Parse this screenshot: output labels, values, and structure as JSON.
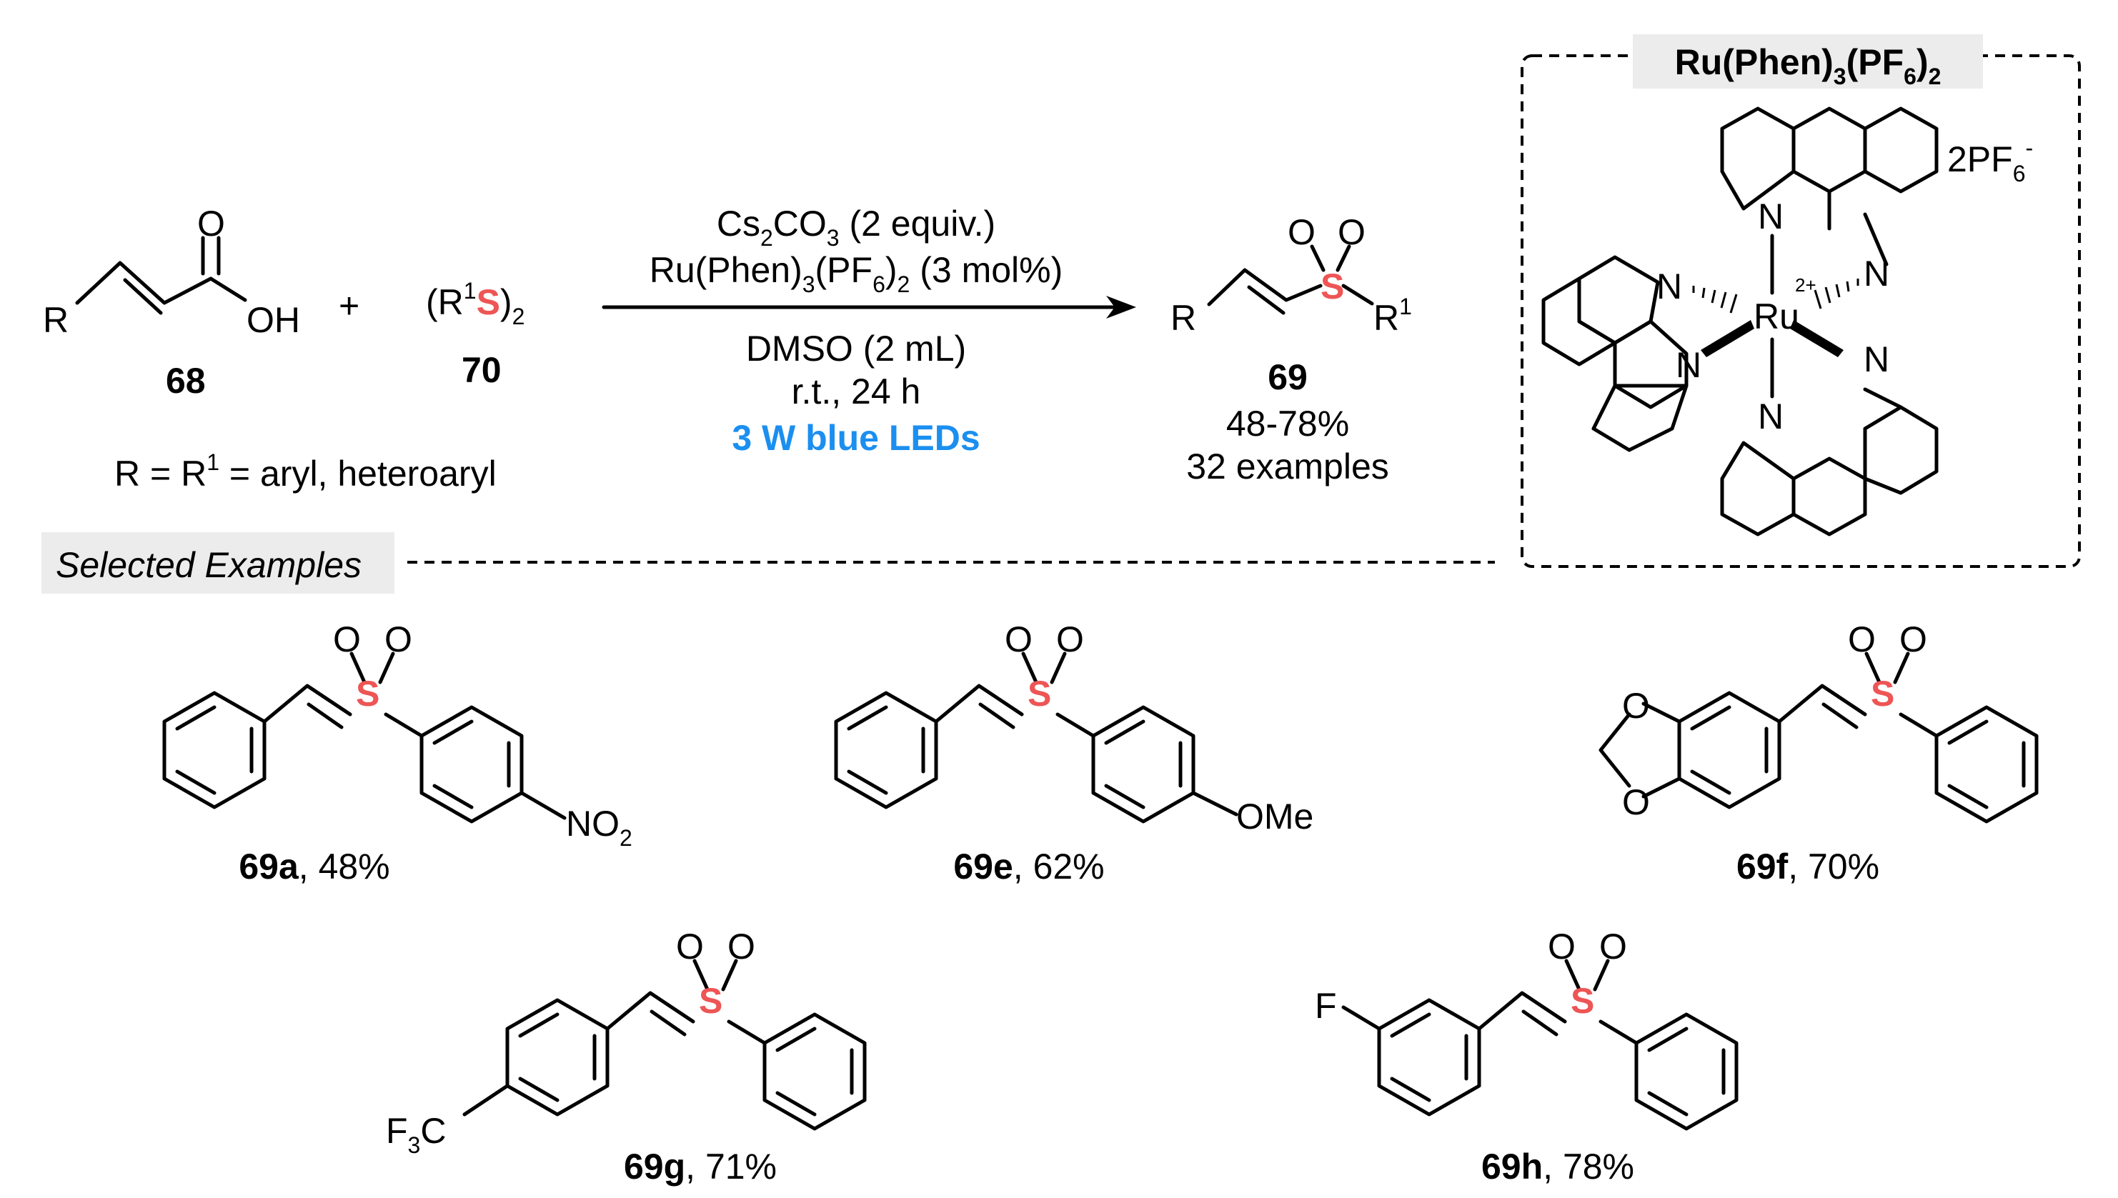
{
  "scheme": {
    "reactant_acid": {
      "number": "68",
      "R": "R",
      "O": "O",
      "OH": "OH"
    },
    "plus": "+",
    "reactant_disulfide": {
      "open": "(R",
      "sup": "1",
      "S": "S",
      "close": ")",
      "sub": "2",
      "number": "70"
    },
    "definition": {
      "left": "R = R",
      "sup": "1",
      "right": " = aryl, heteroaryl"
    },
    "conditions": {
      "line1": {
        "a": "Cs",
        "b": "2",
        "c": "CO",
        "d": "3",
        "e": " (2 equiv.)"
      },
      "line2": {
        "a": "Ru(Phen)",
        "b": "3",
        "c": "(PF",
        "d": "6",
        "e": ")",
        "f": "2",
        "g": " (3 mol%)"
      },
      "line3": "DMSO (2 mL)",
      "line4": "r.t., 24 h",
      "line5": "3 W blue LEDs"
    },
    "product": {
      "R": "R",
      "S": "S",
      "O": "O",
      "R1": "R",
      "R1_sup": "1",
      "number": "69",
      "yield": "48-78%",
      "examples": "32 examples"
    },
    "catalyst": {
      "title": {
        "a": "Ru(Phen)",
        "b": "3",
        "c": "(PF",
        "d": "6",
        "e": ")",
        "f": "2"
      },
      "counterion": {
        "a": "2PF",
        "b": "6",
        "c": "-"
      },
      "metal": "Ru",
      "charge": "2+",
      "N": "N"
    },
    "selected_label": "Selected Examples"
  },
  "examples": [
    {
      "id": "69a",
      "yield": ", 48%",
      "substituent": {
        "a": "NO",
        "b": "2"
      }
    },
    {
      "id": "69e",
      "yield": ", 62%",
      "substituent": "OMe"
    },
    {
      "id": "69f",
      "yield": ", 70%"
    },
    {
      "id": "69g",
      "yield": ", 71%",
      "substituent": {
        "a": "F",
        "b": "3",
        "c": "C"
      }
    },
    {
      "id": "69h",
      "yield": ", 78%",
      "substituent": "F"
    }
  ],
  "colors": {
    "sulfur": "#ee5555",
    "leds": "#1b8ff0",
    "label_bg": "#ececec"
  }
}
